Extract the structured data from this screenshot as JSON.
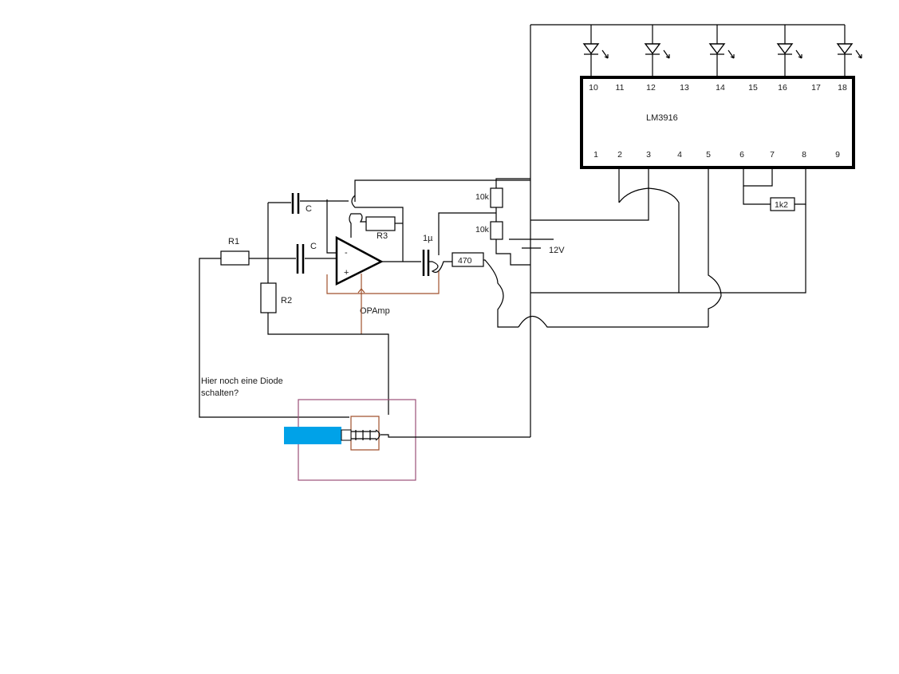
{
  "labels": {
    "r1": "R1",
    "r2": "R2",
    "r3": "R3",
    "c_top": "C",
    "c_mid": "C",
    "opamp": "OPAmp",
    "opamp_minus": "-",
    "opamp_plus": "+",
    "cap_1u": "1µ",
    "res_470": "470",
    "res_10k_top": "10k",
    "res_10k_bottom": "10k",
    "battery": "12V",
    "res_1k2": "1k2",
    "ic_name": "LM3916",
    "note_line1": "Hier noch eine Diode",
    "note_line2": "schalten?"
  },
  "ic_pins_top": [
    "10",
    "11",
    "12",
    "13",
    "14",
    "15",
    "16",
    "17",
    "18"
  ],
  "ic_pins_bottom": [
    "1",
    "2",
    "3",
    "4",
    "5",
    "6",
    "7",
    "8",
    "9"
  ],
  "colors": {
    "wire": "#000000",
    "opamp_bias_wire": "#a0522d",
    "jack_frame": "#9b4f78",
    "jack_plug": "#00a2e8"
  },
  "icons": {
    "led": "led-diode-icon",
    "jack": "audio-jack-icon"
  }
}
